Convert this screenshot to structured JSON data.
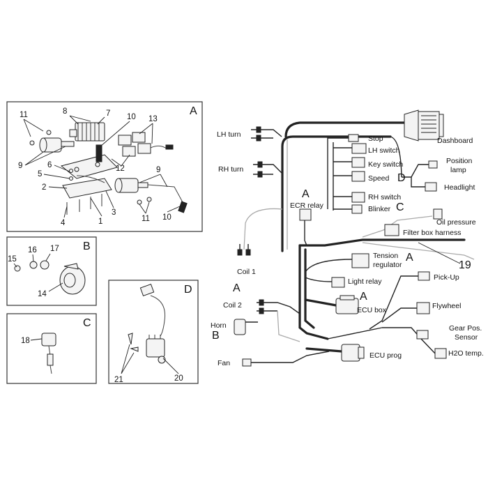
{
  "panels": {
    "A": {
      "letter": "A",
      "callouts": [
        "11",
        "8",
        "7",
        "10",
        "13",
        "9",
        "6",
        "5",
        "2",
        "12",
        "9",
        "4",
        "1",
        "3",
        "11",
        "10"
      ]
    },
    "B": {
      "letter": "B",
      "callouts": [
        "15",
        "16",
        "17",
        "14"
      ]
    },
    "C": {
      "letter": "C",
      "callouts": [
        "18"
      ]
    },
    "D": {
      "letter": "D",
      "callouts": [
        "21",
        "20"
      ]
    }
  },
  "harness": {
    "labels": {
      "dashboard": "Dashboard",
      "lh_turn": "LH turn",
      "rh_turn": "RH turn",
      "stop": "Stop",
      "lh_switch": "LH switch",
      "key_switch": "Key switch",
      "position_lamp_1": "Position",
      "position_lamp_2": "lamp",
      "speed": "Speed",
      "headlight": "Headlight",
      "rh_switch": "RH switch",
      "blinker": "Blinker",
      "ecr_relay": "ECR relay",
      "oil_pressure": "Oil pressure",
      "filter_box_harness": "Filter box harness",
      "coil_1": "Coil 1",
      "tension_regulator_1": "Tension",
      "tension_regulator_2": "regulator",
      "light_relay": "Light relay",
      "pick_up": "Pick-Up",
      "coil_2": "Coil 2",
      "ecu_box": "ECU box",
      "flywheel": "Flywheel",
      "horn": "Horn",
      "gear_pos_1": "Gear Pos.",
      "gear_pos_2": "Sensor",
      "h2o_temp": "H2O temp.",
      "fan": "Fan",
      "ecu_prog": "ECU prog"
    },
    "letters": {
      "ecr_relay": "A",
      "speed": "D",
      "blinker": "C",
      "tension_regulator": "A",
      "coil_2": "A",
      "ecu_box": "A",
      "horn": "B"
    },
    "callout": "19"
  }
}
